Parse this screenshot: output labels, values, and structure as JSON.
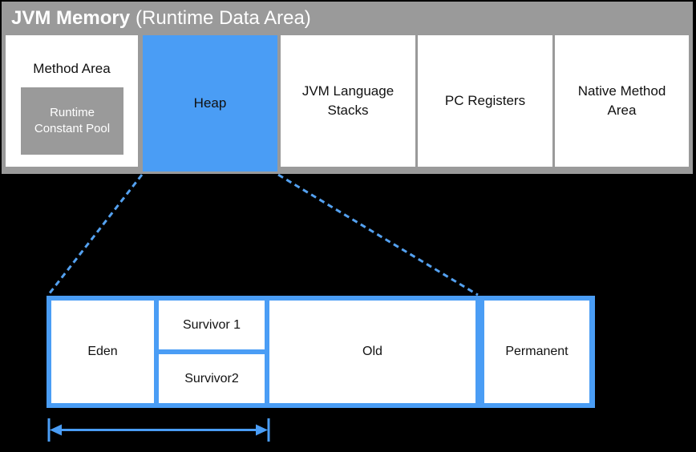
{
  "title": {
    "main": "JVM Memory",
    "sub": "(Runtime Data Area)"
  },
  "blocks": {
    "method_area": "Method Area",
    "runtime_constant_pool_line1": "Runtime",
    "runtime_constant_pool_line2": "Constant Pool",
    "heap": "Heap",
    "jvm_language_stacks": "JVM Language Stacks",
    "pc_registers": "PC Registers",
    "native_method_area": "Native Method Area"
  },
  "heap_detail": {
    "eden": "Eden",
    "survivor1": "Survivor 1",
    "survivor2": "Survivor2",
    "old": "Old",
    "permanent": "Permanent"
  },
  "colors": {
    "accent_blue": "#4A9DF5",
    "dashed_line_blue": "#54A1F0",
    "container_gray": "#9A9A9A",
    "background": "#000000"
  }
}
